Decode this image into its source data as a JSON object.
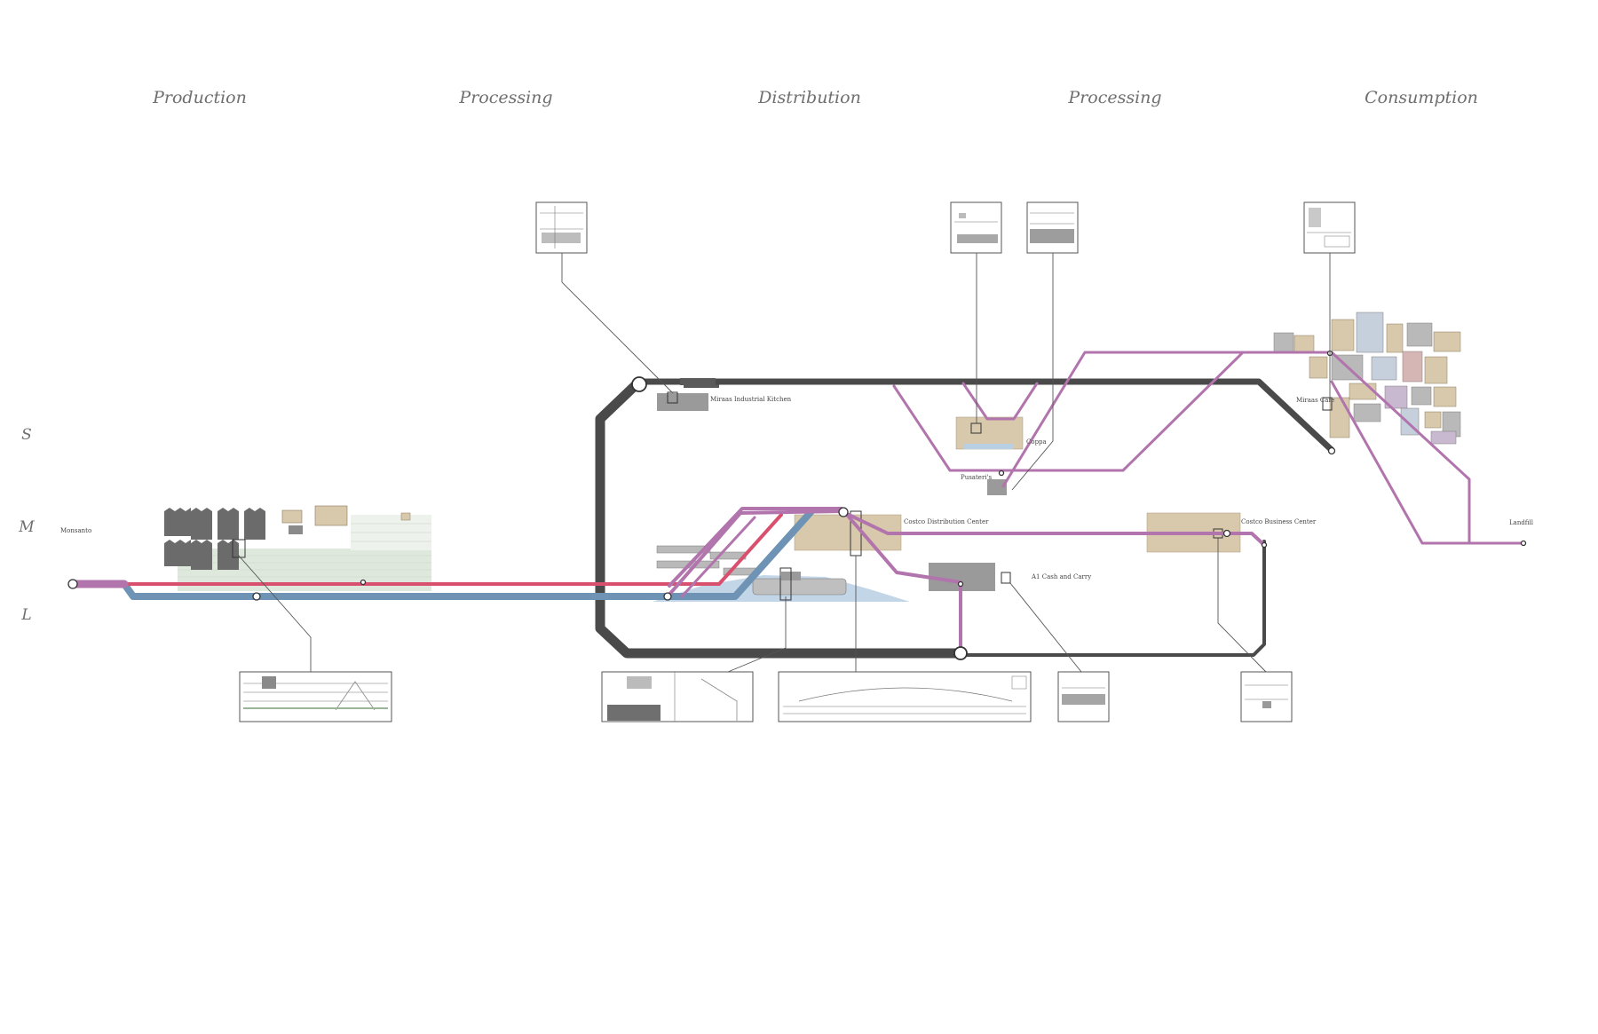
{
  "diagram": {
    "stage_titles": {
      "production": "Production",
      "processing_1": "Processing",
      "distribution": "Distribution",
      "processing_2": "Processing",
      "consumption": "Consumption"
    },
    "scale_labels": {
      "s": "S",
      "m": "M",
      "l": "L"
    },
    "places": {
      "monsanto": "Monsanto",
      "miraas_industrial_kitchen": "Miraas Industrial Kitchen",
      "coppa": "Coppa",
      "pusateris": "Pusateri's",
      "costco_distribution_center": "Costco Distribution Center",
      "costco_business_center": "Costco Business Center",
      "a1_cash_and_carry": "A1 Cash and Carry",
      "miraas_cafe": "Miraas Cafe",
      "landfill": "Landfill"
    },
    "colors": {
      "road_gray": "#4a4a4a",
      "route_purple": "#b274ac",
      "route_red": "#d9506e",
      "route_blue": "#6f93b4",
      "water_blue": "#b8cfe4",
      "building_tan": "#d8c9ad",
      "building_gray": "#9a9a9a",
      "field_green": "#dfe8dc"
    }
  }
}
